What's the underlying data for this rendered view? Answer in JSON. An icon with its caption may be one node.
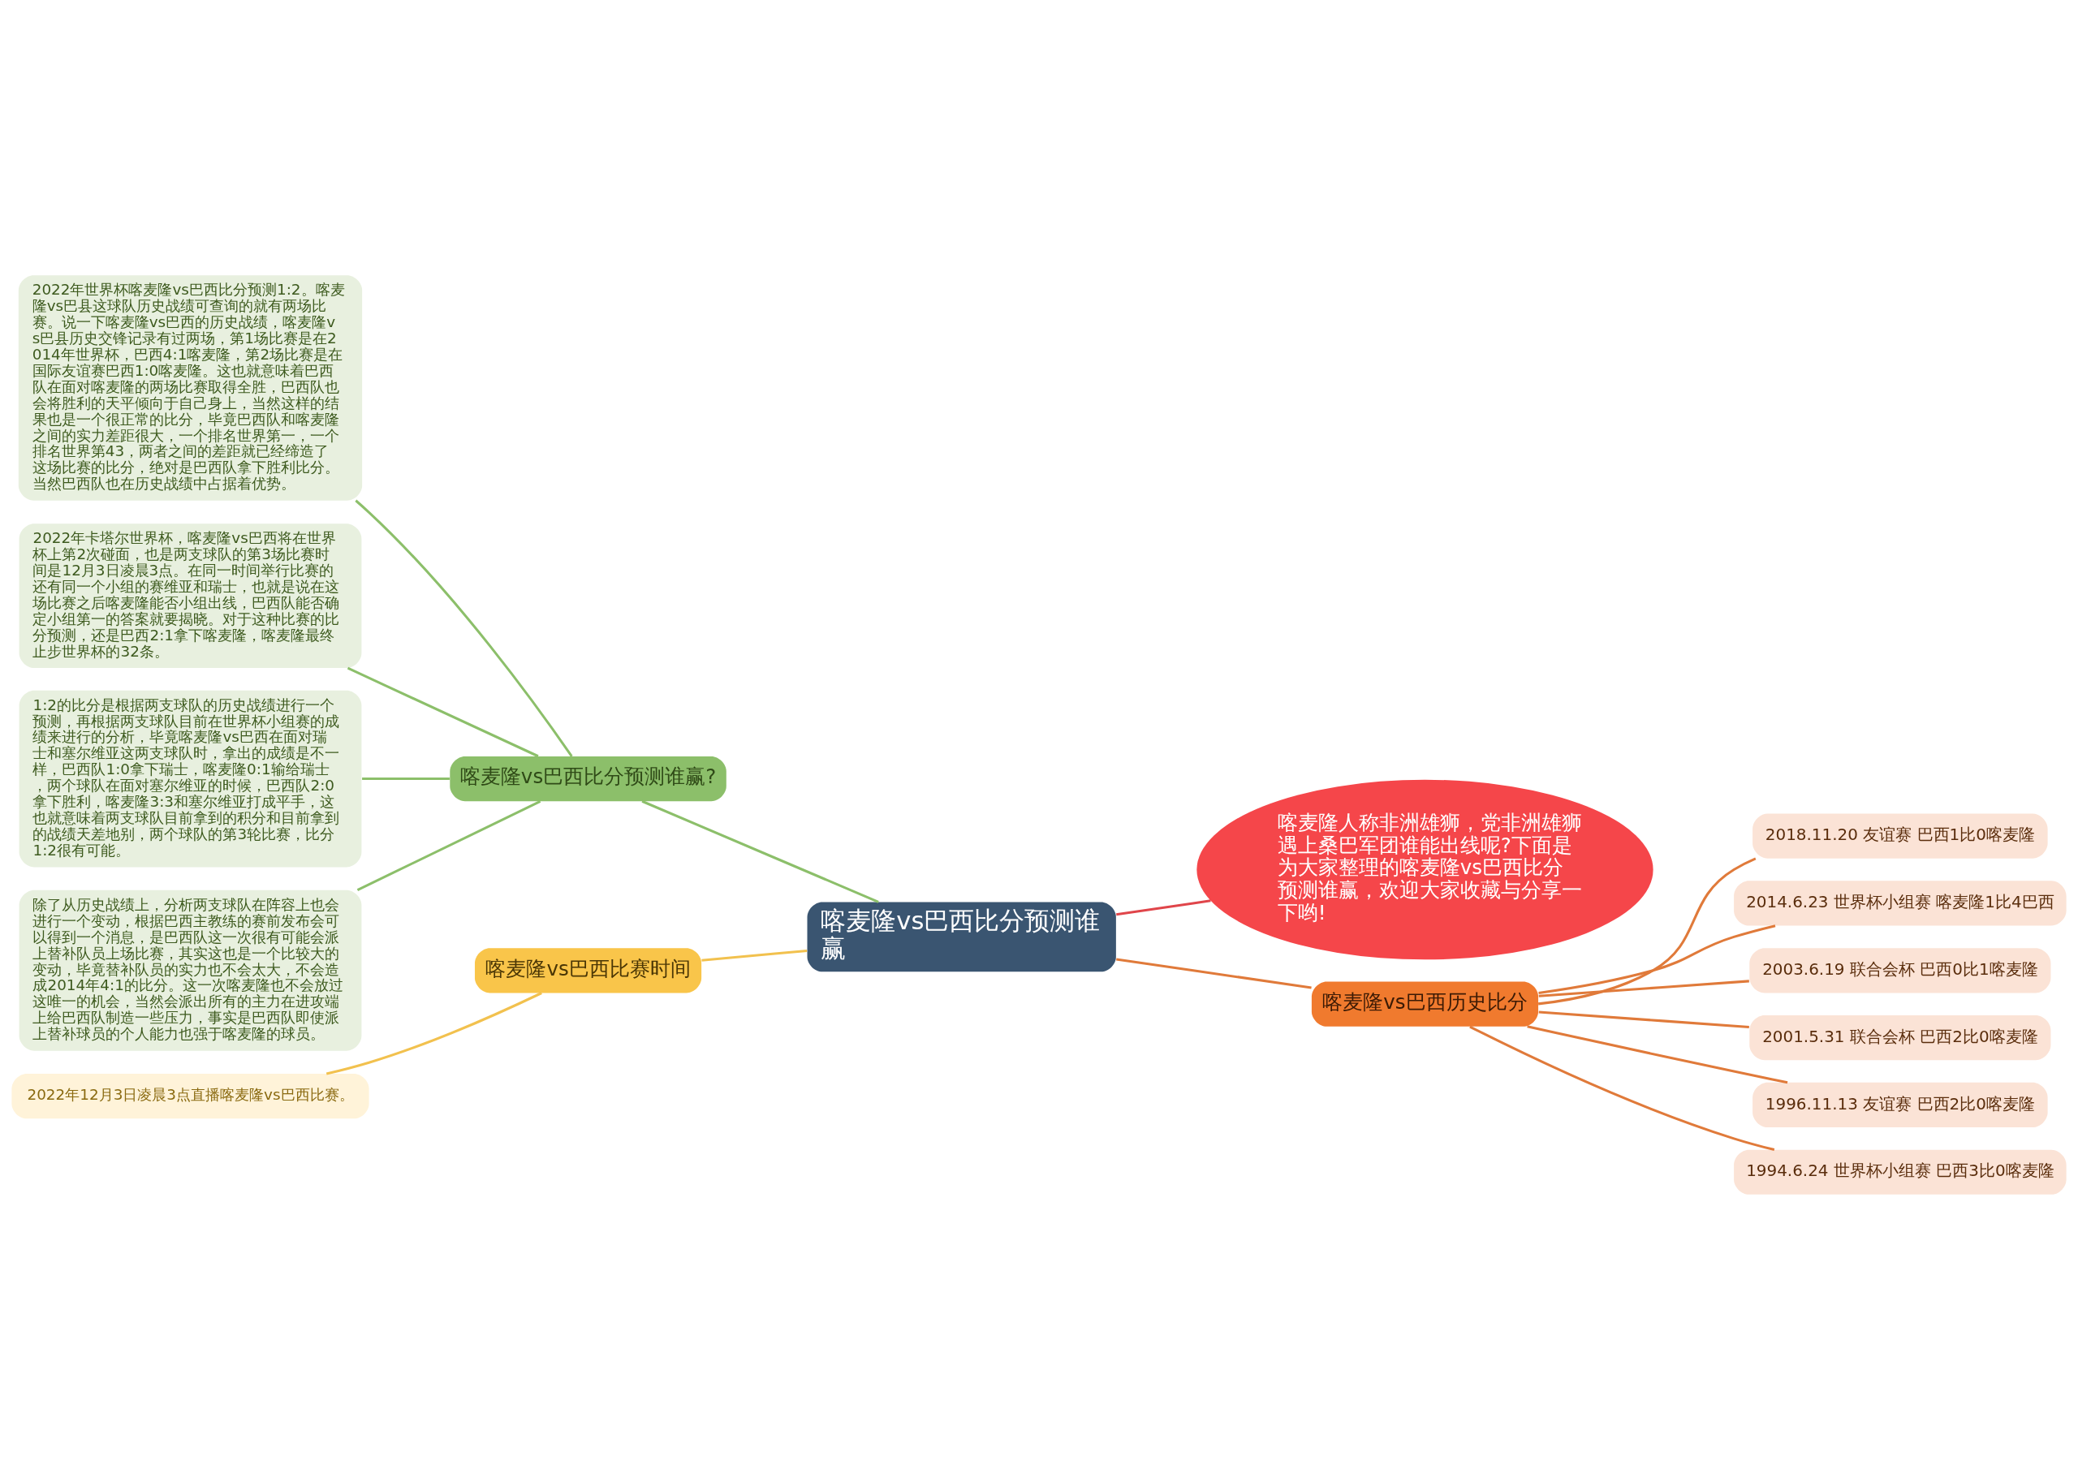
{
  "diagram": {
    "nodes": [
      {
        "text": [
          "喀麦隆vs巴西比分预测谁赢"
        ]
      },
      {
        "text": [
          "喀麦隆vs巴西比分预测谁赢?"
        ]
      },
      {
        "text": [
          "2022年世界杯喀麦隆vs巴西比分预测1:2。喀麦隆vs巴县这球队历史战绩可查询的就有两场比赛。说一下喀麦隆vs巴西的历史战绩，喀麦隆vs巴县历史交锋记录有过两场，第1场比赛是在2014年世界杯，巴西4:1喀麦隆，第2场比赛是在国际友谊赛巴西1:0喀麦隆。这也就意味着巴西队在面对喀麦隆的两场比赛取得全胜，巴西队也会将胜利的天平倾向于自己身上，当然这样的结果也是一个很正常的比分，毕竟巴西队和喀麦隆之间的实力差距很大，一个排名世界第一，一个排名世界第43，两者之间的差距就已经缔造了这场比赛的比分，绝对是巴西队拿下胜利比分。当然巴西队也在历史战绩中占据着优势。"
        ]
      },
      {
        "text": [
          "2022年卡塔尔世界杯，喀麦隆vs巴西将在世界杯上第2次碰面，也是两支球队的第3场比赛时间是12月3日凌晨3点。在同一时间举行比赛的还有同一个小组的赛维亚和瑞士，也就是说在这场比赛之后喀麦隆能否小组出线，巴西队能否确定小组第一的答案就要揭晓。对于这种比赛的比分预测，还是巴西2:1拿下喀麦隆，喀麦隆最终止步世界杯的32条。"
        ]
      },
      {
        "text": [
          "1:2的比分是根据两支球队的历史战绩进行一个预测，再根据两支球队目前在世界杯小组赛的成绩来进行的分析，毕竟喀麦隆vs巴西在面对瑞士和塞尔维亚这两支球队时，拿出的成绩是不一样，巴西队1:0拿下瑞士，喀麦隆0:1输给瑞士，两个球队在面对塞尔维亚的时候，巴西队2:0拿下胜利，喀麦隆3:3和塞尔维亚打成平手，这也就意味着两支球队目前拿到的积分和目前拿到的战绩天差地别，两个球队的第3轮比赛，比分1:2很有可能。"
        ]
      },
      {
        "text": [
          "除了从历史战绩上，分析两支球队在阵容上也会进行一个变动，根据巴西主教练的赛前发布会可以得到一个消息，是巴西队这一次很有可能会派上替补队员上场比赛，其实这也是一个比较大的变动，毕竟替补队员的实力也不会太大，不会造成2014年4:1的比分。这一次喀麦隆也不会放过这唯一的机会，当然会派出所有的主力在进攻端上给巴西队制造一些压力，事实是巴西队即使派上替补球员的个人能力也强于喀麦隆的球员。"
        ]
      },
      {
        "text": [
          "喀麦隆人称非洲雄狮，党非洲雄狮遇上桑巴军团谁能出线呢?下面是为大家整理的喀麦隆vs巴西比分预测谁赢，欢迎大家收藏与分享一下哟!"
        ]
      },
      {
        "text": [
          "喀麦隆vs巴西历史比分"
        ]
      },
      {
        "text": [
          "2018.11.20 友谊赛 巴西1比0喀麦隆"
        ]
      },
      {
        "text": [
          "2014.6.23 世界杯小组赛 喀麦隆1比4巴西"
        ]
      },
      {
        "text": [
          "2003.6.19 联合会杯 巴西0比1喀麦隆"
        ]
      },
      {
        "text": [
          "2001.5.31 联合会杯 巴西2比0喀麦隆"
        ]
      },
      {
        "text": [
          "1996.11.13 友谊赛 巴西2比0喀麦隆"
        ]
      },
      {
        "text": [
          "1994.6.24 世界杯小组赛 巴西3比0喀麦隆"
        ]
      },
      {
        "text": [
          "喀麦隆vs巴西比赛时间"
        ]
      },
      {
        "text": [
          "2022年12月3日凌晨3点直播喀麦隆vs巴西比赛。"
        ]
      }
    ],
    "edges": [
      {
        "from": 0,
        "to": 1,
        "arrow": "none",
        "color": "#8cbf6a"
      },
      {
        "from": 1,
        "to": 2,
        "arrow": "none",
        "color": "#8cbf6a"
      },
      {
        "from": 1,
        "to": 3,
        "arrow": "none",
        "color": "#8cbf6a"
      },
      {
        "from": 1,
        "to": 4,
        "arrow": "none",
        "color": "#8cbf6a"
      },
      {
        "from": 1,
        "to": 5,
        "arrow": "none",
        "color": "#8cbf6a"
      },
      {
        "from": 0,
        "to": 6,
        "arrow": "none",
        "color": "#e0454a"
      },
      {
        "from": 0,
        "to": 7,
        "arrow": "none"
      },
      {
        "from": 7,
        "to": 8,
        "arrow": "none"
      },
      {
        "from": 7,
        "to": 9,
        "arrow": "none"
      },
      {
        "from": 7,
        "to": 10,
        "arrow": "none"
      },
      {
        "from": 7,
        "to": 11,
        "arrow": "none"
      },
      {
        "from": 7,
        "to": 12,
        "arrow": "none"
      },
      {
        "from": 7,
        "to": 13,
        "arrow": "none"
      },
      {
        "from": 0,
        "to": 14,
        "arrow": "none",
        "color": "#f2c14e"
      },
      {
        "from": 14,
        "to": 15,
        "arrow": "none",
        "color": "#f2c14e"
      }
    ]
  }
}
